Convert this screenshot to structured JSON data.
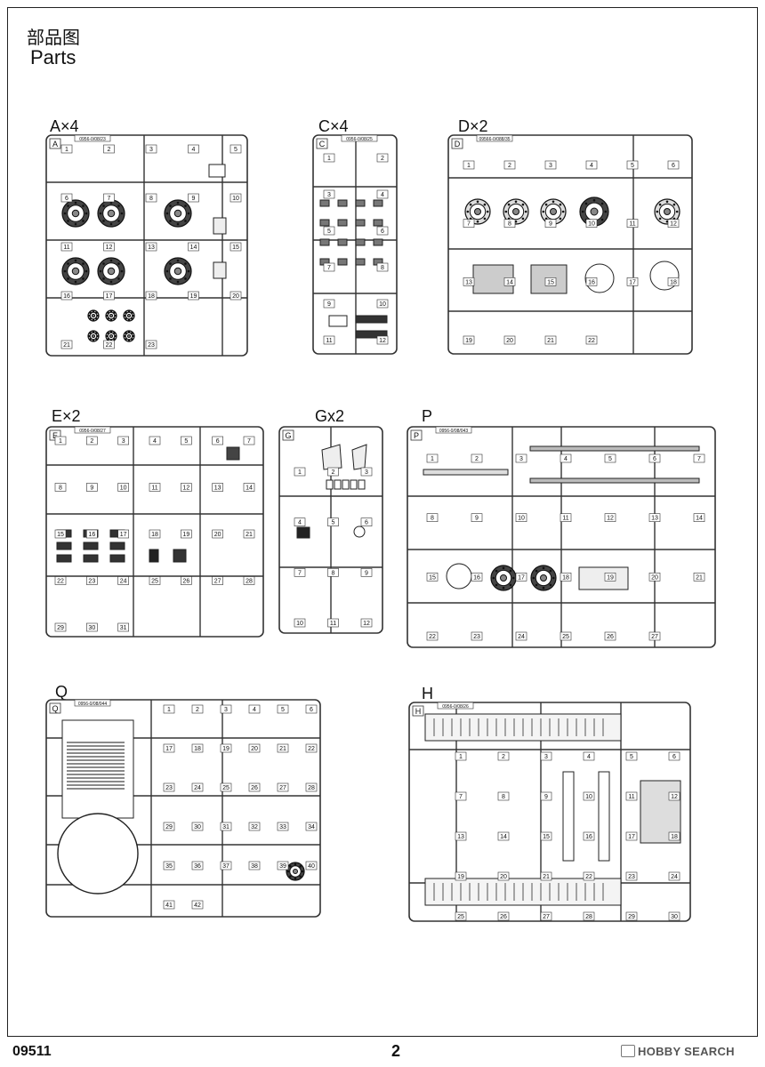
{
  "header": {
    "title_cn": "部品图",
    "title_en": "Parts"
  },
  "sprues": [
    {
      "label": "A×4",
      "letter": "A",
      "code": "0956-0/08/23"
    },
    {
      "label": "C×4",
      "letter": "C",
      "code": "0956-0/08/25"
    },
    {
      "label": "D×2",
      "letter": "D",
      "code": "09566-0/088/35"
    },
    {
      "label": "E×2",
      "letter": "E",
      "code": "0956-0/08/27"
    },
    {
      "label": "Gx2",
      "letter": "G",
      "code": ""
    },
    {
      "label": "P",
      "letter": "P",
      "code": "0956-0/08/043"
    },
    {
      "label": "Q",
      "letter": "Q",
      "code": "0956-0/08/044"
    },
    {
      "label": "H",
      "letter": "H",
      "code": "0956-0/08/26"
    }
  ],
  "part_numbers": {
    "A": [
      "1",
      "2",
      "3",
      "4",
      "5",
      "6",
      "7",
      "8",
      "9",
      "10",
      "11",
      "12",
      "13",
      "14",
      "15",
      "16",
      "17",
      "18",
      "19",
      "20",
      "21",
      "22",
      "23"
    ],
    "C": [
      "1",
      "2",
      "3",
      "4",
      "5",
      "6",
      "7",
      "8",
      "9",
      "10",
      "11",
      "12"
    ],
    "D": [
      "1",
      "2",
      "3",
      "4",
      "5",
      "6",
      "7",
      "8",
      "9",
      "10",
      "11",
      "12",
      "13",
      "14",
      "15",
      "16",
      "17",
      "18",
      "19",
      "20",
      "21",
      "22"
    ],
    "E": [
      "1",
      "2",
      "3",
      "4",
      "5",
      "6",
      "7",
      "8",
      "9",
      "10",
      "11",
      "12",
      "13",
      "14",
      "15",
      "16",
      "17",
      "18",
      "19",
      "20",
      "21",
      "22",
      "23",
      "24",
      "25",
      "26",
      "27",
      "28",
      "29",
      "30",
      "31"
    ],
    "G": [
      "1",
      "2",
      "3",
      "4",
      "5",
      "6",
      "7",
      "8",
      "9",
      "10",
      "11",
      "12"
    ],
    "P": [
      "1",
      "2",
      "3",
      "4",
      "5",
      "6",
      "7",
      "8",
      "9",
      "10",
      "11",
      "12",
      "13",
      "14",
      "15",
      "16",
      "17",
      "18",
      "19",
      "20",
      "21",
      "22",
      "23",
      "24",
      "25",
      "26",
      "27"
    ],
    "Q": [
      "1",
      "2",
      "3",
      "4",
      "5",
      "6",
      "17",
      "18",
      "19",
      "20",
      "21",
      "22",
      "23",
      "24",
      "25",
      "26",
      "27",
      "28",
      "29",
      "30",
      "31",
      "32",
      "33",
      "34",
      "35",
      "36",
      "37",
      "38",
      "39",
      "40",
      "41",
      "42"
    ],
    "H": [
      "1",
      "2",
      "3",
      "4",
      "5",
      "6",
      "7",
      "8",
      "9",
      "10",
      "11",
      "12",
      "13",
      "14",
      "15",
      "16",
      "17",
      "18",
      "19",
      "20",
      "21",
      "22",
      "23",
      "24",
      "25",
      "26",
      "27",
      "28",
      "29",
      "30"
    ]
  },
  "footer": {
    "product_code": "09511",
    "page_number": "2",
    "watermark": "HOBBY SEARCH"
  }
}
